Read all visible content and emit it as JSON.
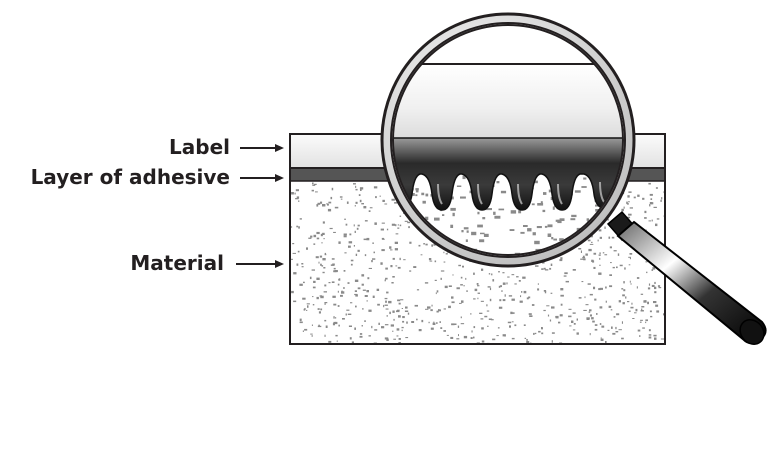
{
  "labels": [
    {
      "id": "label",
      "text": "Label"
    },
    {
      "id": "adhesive",
      "text": "Layer of adhesive"
    },
    {
      "id": "material",
      "text": "Material"
    }
  ],
  "colors": {
    "ink": "#231f20",
    "label_layer": "#eeeeee",
    "adhesive_layer": "#555555",
    "material_fill": "#ffffff",
    "speckle": "#8a8a8a"
  },
  "icons": {
    "magnifier": "magnifying-glass-icon"
  }
}
